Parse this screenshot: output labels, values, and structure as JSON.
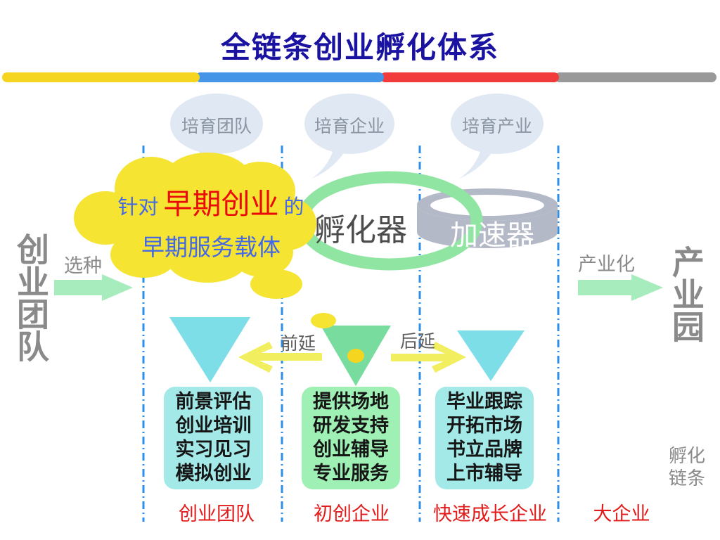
{
  "title": "全链条创业孵化体系",
  "bubbles": [
    {
      "label": "培育团队"
    },
    {
      "label": "培育企业"
    },
    {
      "label": "培育产业"
    }
  ],
  "cloud": {
    "prefix": "针对",
    "highlight": "早期创业",
    "suffix": "的",
    "line2": "早期服务载体"
  },
  "incubator_label": "孵化器",
  "accelerator_label": "加速器",
  "left_entity": "创业团队",
  "seed_label": "选种",
  "industrialize_label": "产业化",
  "right_entity": "产业园",
  "extend_back_label": "前延",
  "extend_forward_label": "后延",
  "boxes": [
    {
      "lines": [
        "前景评估",
        "创业培训",
        "实习见习",
        "模拟创业"
      ]
    },
    {
      "lines": [
        "提供场地",
        "研发支持",
        "创业辅导",
        "专业服务"
      ]
    },
    {
      "lines": [
        "毕业跟踪",
        "开拓市场",
        "书立品牌",
        "上市辅导"
      ]
    }
  ],
  "stage_labels": [
    "创业团队",
    "初创企业",
    "快速成长企业",
    "大企业"
  ],
  "chain_label": {
    "line1": "孵化",
    "line2": "链条"
  },
  "colors": {
    "title": "#1a12a0",
    "bar_segments": [
      "#f5d51f",
      "#4494e8",
      "#f23b3b",
      "#999999"
    ],
    "dashed_line": "#2e8fe8",
    "bubble_fill": "#dfe8f3",
    "cloud_yellow": "#f5e431",
    "cloud_text_blue": "#4468e6",
    "cloud_highlight_red": "#ea0a0a",
    "incubator_ring_green": "#8fe5a1",
    "accelerator_gray": "#b4b9c7",
    "green_arrow": "#a6ecbd",
    "cyan_triangle": "#7edee7",
    "green_triangle": "#79dc9f",
    "box_cyan": "#a2e9e8",
    "box_green": "#9ff0b4",
    "yellow_arrow": "#f1ee5f",
    "stage_label_red": "#e31a1a",
    "gray_text": "#8a8a8a"
  }
}
